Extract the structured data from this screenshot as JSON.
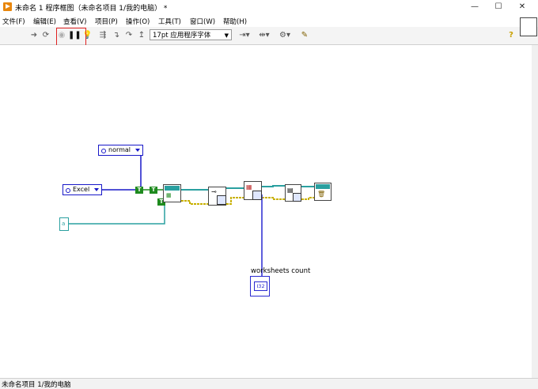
{
  "window": {
    "title": "未命名 1 程序框图（未命名项目 1/我的电脑）  *",
    "minimize": "—",
    "maximize": "☐",
    "close": "✕"
  },
  "menu": [
    "文件(F)",
    "编辑(E)",
    "查看(V)",
    "项目(P)",
    "操作(O)",
    "工具(T)",
    "窗口(W)",
    "帮助(H)"
  ],
  "toolbar": {
    "font_select": "17pt 应用程序字体",
    "help_icon": "?"
  },
  "diagram": {
    "ring_normal": "normal",
    "ring_excel": "Excel",
    "bool_T1": "T",
    "bool_T2": "T",
    "bool_T3": "T",
    "indicator_label": "worksheets count",
    "indicator_value": "I32"
  },
  "status": {
    "text": "未命名项目 1/我的电脑"
  },
  "colors": {
    "wire_blue": "#1818c8",
    "wire_green": "#1e8a1e",
    "wire_teal": "#2aa0a0",
    "wire_yellow": "#c8b000",
    "highlight_red": "#e02020"
  }
}
